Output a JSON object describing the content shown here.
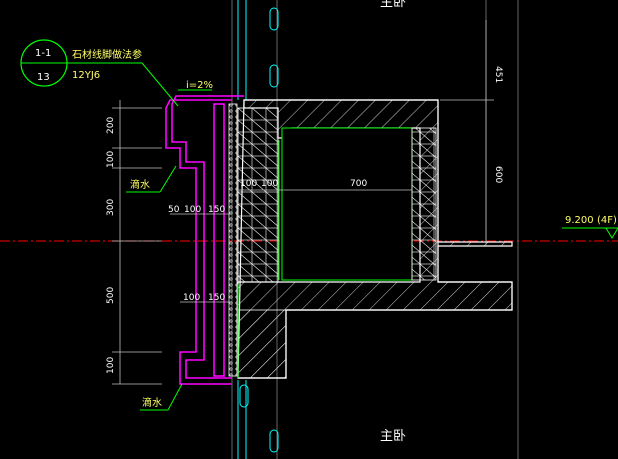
{
  "detail_callout": {
    "top": "1-1",
    "bottom": "13",
    "title": "石材线脚做法参",
    "ref": "12YJ6"
  },
  "slope_label": "i=2%",
  "dims_left": [
    "200",
    "100",
    "300",
    "500",
    "100"
  ],
  "dims_mid_upper": [
    "50",
    "100",
    "150"
  ],
  "dims_mid_lower": [
    "100",
    "150"
  ],
  "dims_beam": [
    "100",
    "100",
    "700"
  ],
  "dims_right": [
    "451",
    "600"
  ],
  "drip_labels": [
    "滴水",
    "滴水"
  ],
  "level_label": "9.200",
  "level_floor": "(4F)",
  "room_top": "主卧",
  "room_bottom": "主卧",
  "colors": {
    "background": "#000000",
    "magenta": "#ff00ff",
    "green": "#00ff00",
    "red": "#ff0000",
    "white": "#ffffff",
    "cyan": "#00ffff",
    "dim": "#c0c0c0"
  }
}
